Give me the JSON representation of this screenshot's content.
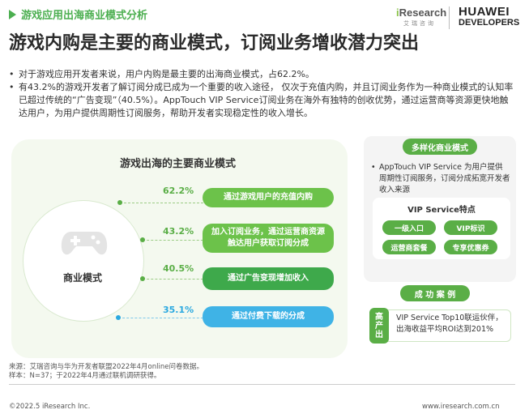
{
  "header": {
    "section_tag": "游戏应用出海商业模式分析",
    "logo_iresearch": {
      "brand_prefix": "i",
      "brand_suffix": "Research",
      "tagline": "艾瑞咨询"
    },
    "logo_huawei": {
      "line1": "HUAWEI",
      "line2": "DEVELOPERS"
    },
    "headline": "游戏内购是主要的商业模式，订阅业务增收潜力突出"
  },
  "bullets": [
    "对于游戏应用开发者来说，用户内购是最主要的出海商业模式，占62.2%。",
    "有43.2%的游戏开发者了解订阅分成已成为一个重要的收入途径， 仅次于充值内购，并且订阅业务作为一种商业模式的认知率已超过传统的“广告变现”（40.5%）。AppTouch VIP Service订阅业务在海外有独特的创收优势，通过运营商等资源更快地触达用户，为用户提供周期性订阅服务，帮助开发者实现稳定性的收入增长。"
  ],
  "left_panel": {
    "title": "游戏出海的主要商业模式",
    "center_label": "商业模式",
    "items": [
      {
        "pct": "62.2%",
        "label": "通过游戏用户的充值内购"
      },
      {
        "pct": "43.2%",
        "label": "加入订阅业务，通过运营商资源触达用户获取订阅分成"
      },
      {
        "pct": "40.5%",
        "label": "通过广告变现增加收入"
      },
      {
        "pct": "35.1%",
        "label": "通过付费下载的分成"
      }
    ]
  },
  "right_panel": {
    "heading": "多样化商业模式",
    "description": "AppTouch VIP Service 为用户提供周期性订阅服务，订阅分成拓宽开发者收入来源",
    "vip_title": "VIP Service特点",
    "tags": [
      "一级入口",
      "VIP标识",
      "运营商套餐",
      "专享优惠券"
    ]
  },
  "case": {
    "heading": "成 功 案 例",
    "badge": [
      "高",
      "产",
      "出"
    ],
    "text": "VIP Service Top10联运伙伴，出海收益平均ROI达到201%"
  },
  "footer": {
    "source": "来源：艾瑞咨询与华为开发者联盟2022年4月online问卷数据。",
    "sample": "样本：N=37；于2022年4月通过联机调研获得。",
    "copyright": "©2022.5 iResearch Inc.",
    "site": "www.iresearch.com.cn"
  },
  "colors": {
    "green": "#5aae46",
    "blue": "#29a8e0",
    "panel_bg": "#f4f9ef"
  }
}
